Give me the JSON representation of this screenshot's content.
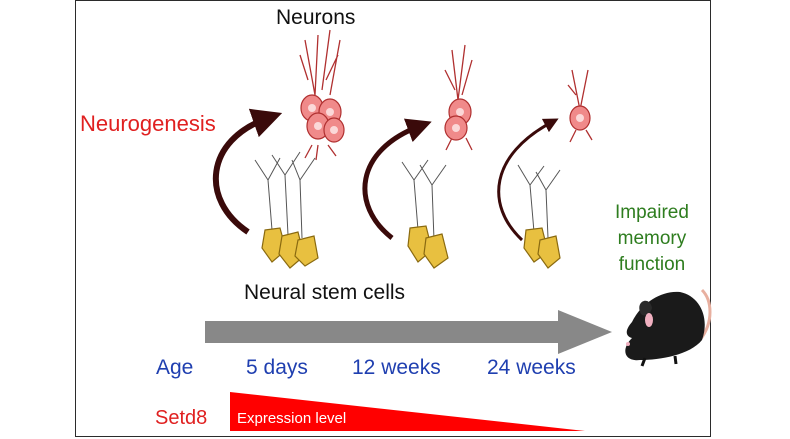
{
  "labels": {
    "neurons": "Neurons",
    "neurogenesis": "Neurogenesis",
    "neural_stem_cells": "Neural stem cells",
    "impaired": [
      "Impaired",
      "memory",
      "function"
    ]
  },
  "timeline": {
    "age_label": "Age",
    "points": [
      "5 days",
      "12 weeks",
      "24 weeks"
    ]
  },
  "expression": {
    "gene_label": "Setd8",
    "bar_label": "Expression level"
  },
  "colors": {
    "neuron_fill": "#f08a8a",
    "neuron_stroke": "#b03030",
    "stem_fill": "#e8c040",
    "arrow_dark": "#3a0a0a",
    "timeline_arrow": "#888888",
    "expression_bar": "#ff0000",
    "green_text": "#2e7d1f",
    "blue_text": "#1f3fb0",
    "red_text": "#e02020"
  },
  "icons": {
    "mouse": "mouse-icon",
    "neuron": "neuron-cell-icon",
    "stem_cell": "stem-cell-icon"
  }
}
